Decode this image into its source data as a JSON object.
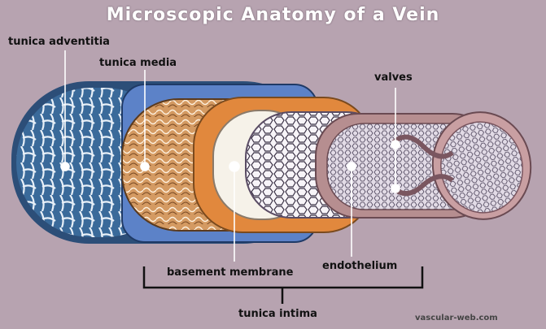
{
  "title": "Microscopic Anatomy of a Vein",
  "labels": {
    "tunica_adventitia": "tunica adventitia",
    "tunica_media": "tunica media",
    "valves": "valves",
    "basement_membrane": "basement membrane",
    "endothelium": "endothelium",
    "tunica_intima": "tunica intima"
  },
  "watermark": "vascular-web.com",
  "colors": {
    "background": "#b7a3b0",
    "adventitia": "#3f6fa0",
    "outer_band": "#5c82c8",
    "media": "#c8894f",
    "orange_band": "#e1883d",
    "membrane": "#f6f2e9",
    "endothelium": "#ece6ef",
    "valve_tube": "#b68e90"
  }
}
